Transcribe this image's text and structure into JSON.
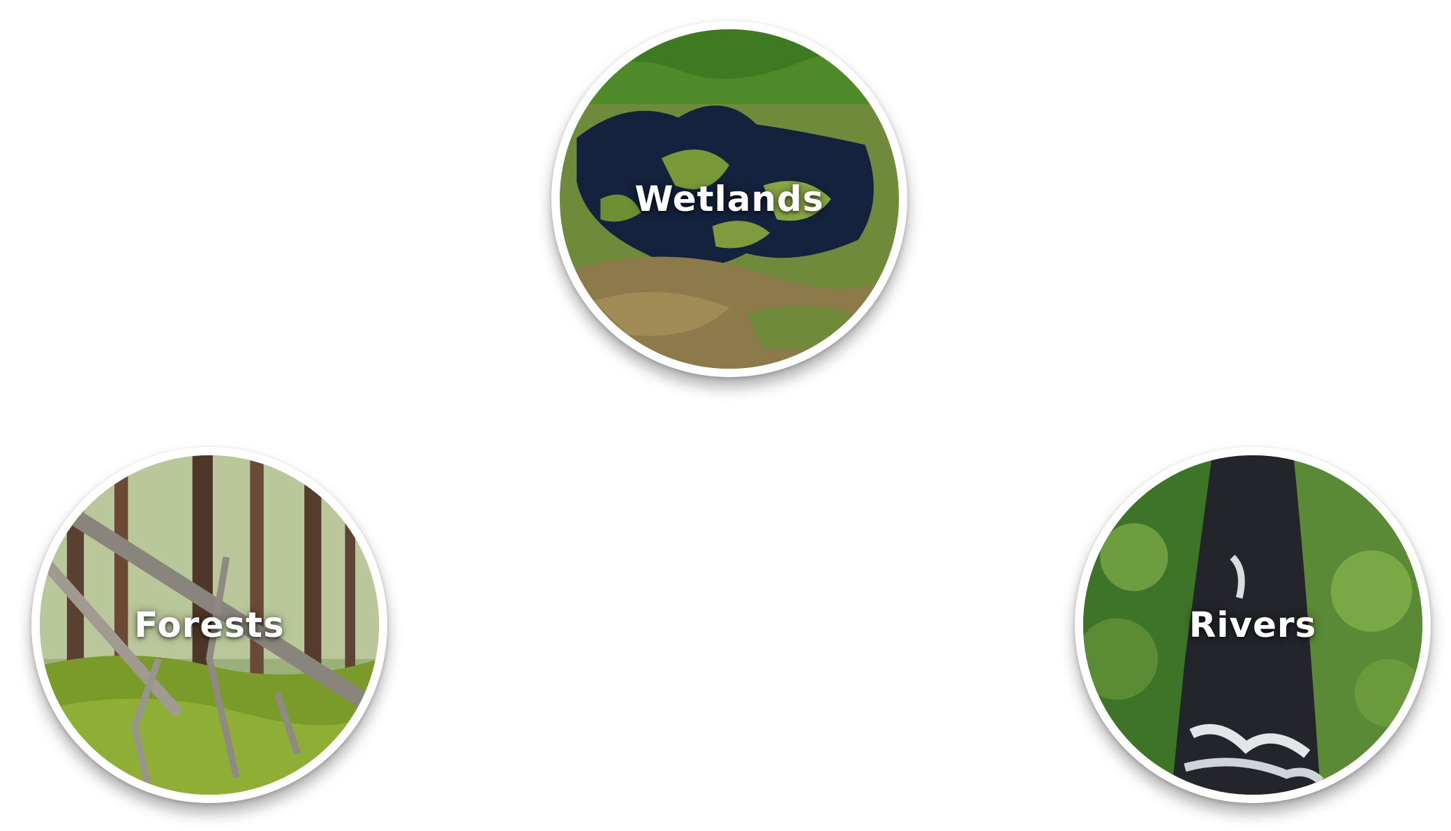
{
  "habitats": {
    "wetlands": {
      "label": "Wetlands",
      "image": "aerial-wetland-photo"
    },
    "forests": {
      "label": "Forests",
      "image": "old-growth-forest-photo"
    },
    "rivers": {
      "label": "Rivers",
      "image": "river-rapids-photo"
    }
  },
  "colors": {
    "background": "#ffffff",
    "ring": "#ffffff",
    "label": "#ffffff"
  }
}
